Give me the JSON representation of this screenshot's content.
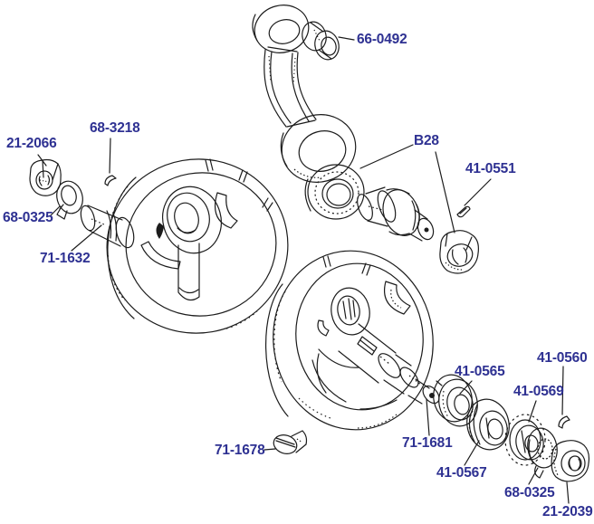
{
  "colors": {
    "label": "#2e3192",
    "line": "#1c1c1c",
    "background": "#ffffff"
  },
  "labels": {
    "nut_left": "21-2066",
    "key_left": "68-3218",
    "washer_left": "68-0325",
    "shaft_left": "71-1632",
    "small_end_bush": "66-0492",
    "big_end_bearing": "B28",
    "pin": "41-0551",
    "key_right": "41-0560",
    "thrower_washer": "41-0565",
    "pinion": "41-0569",
    "shaft_right": "71-1681",
    "worm": "41-0567",
    "washer_right": "68-0325",
    "nut_right": "21-2039",
    "plug": "71-1678"
  }
}
